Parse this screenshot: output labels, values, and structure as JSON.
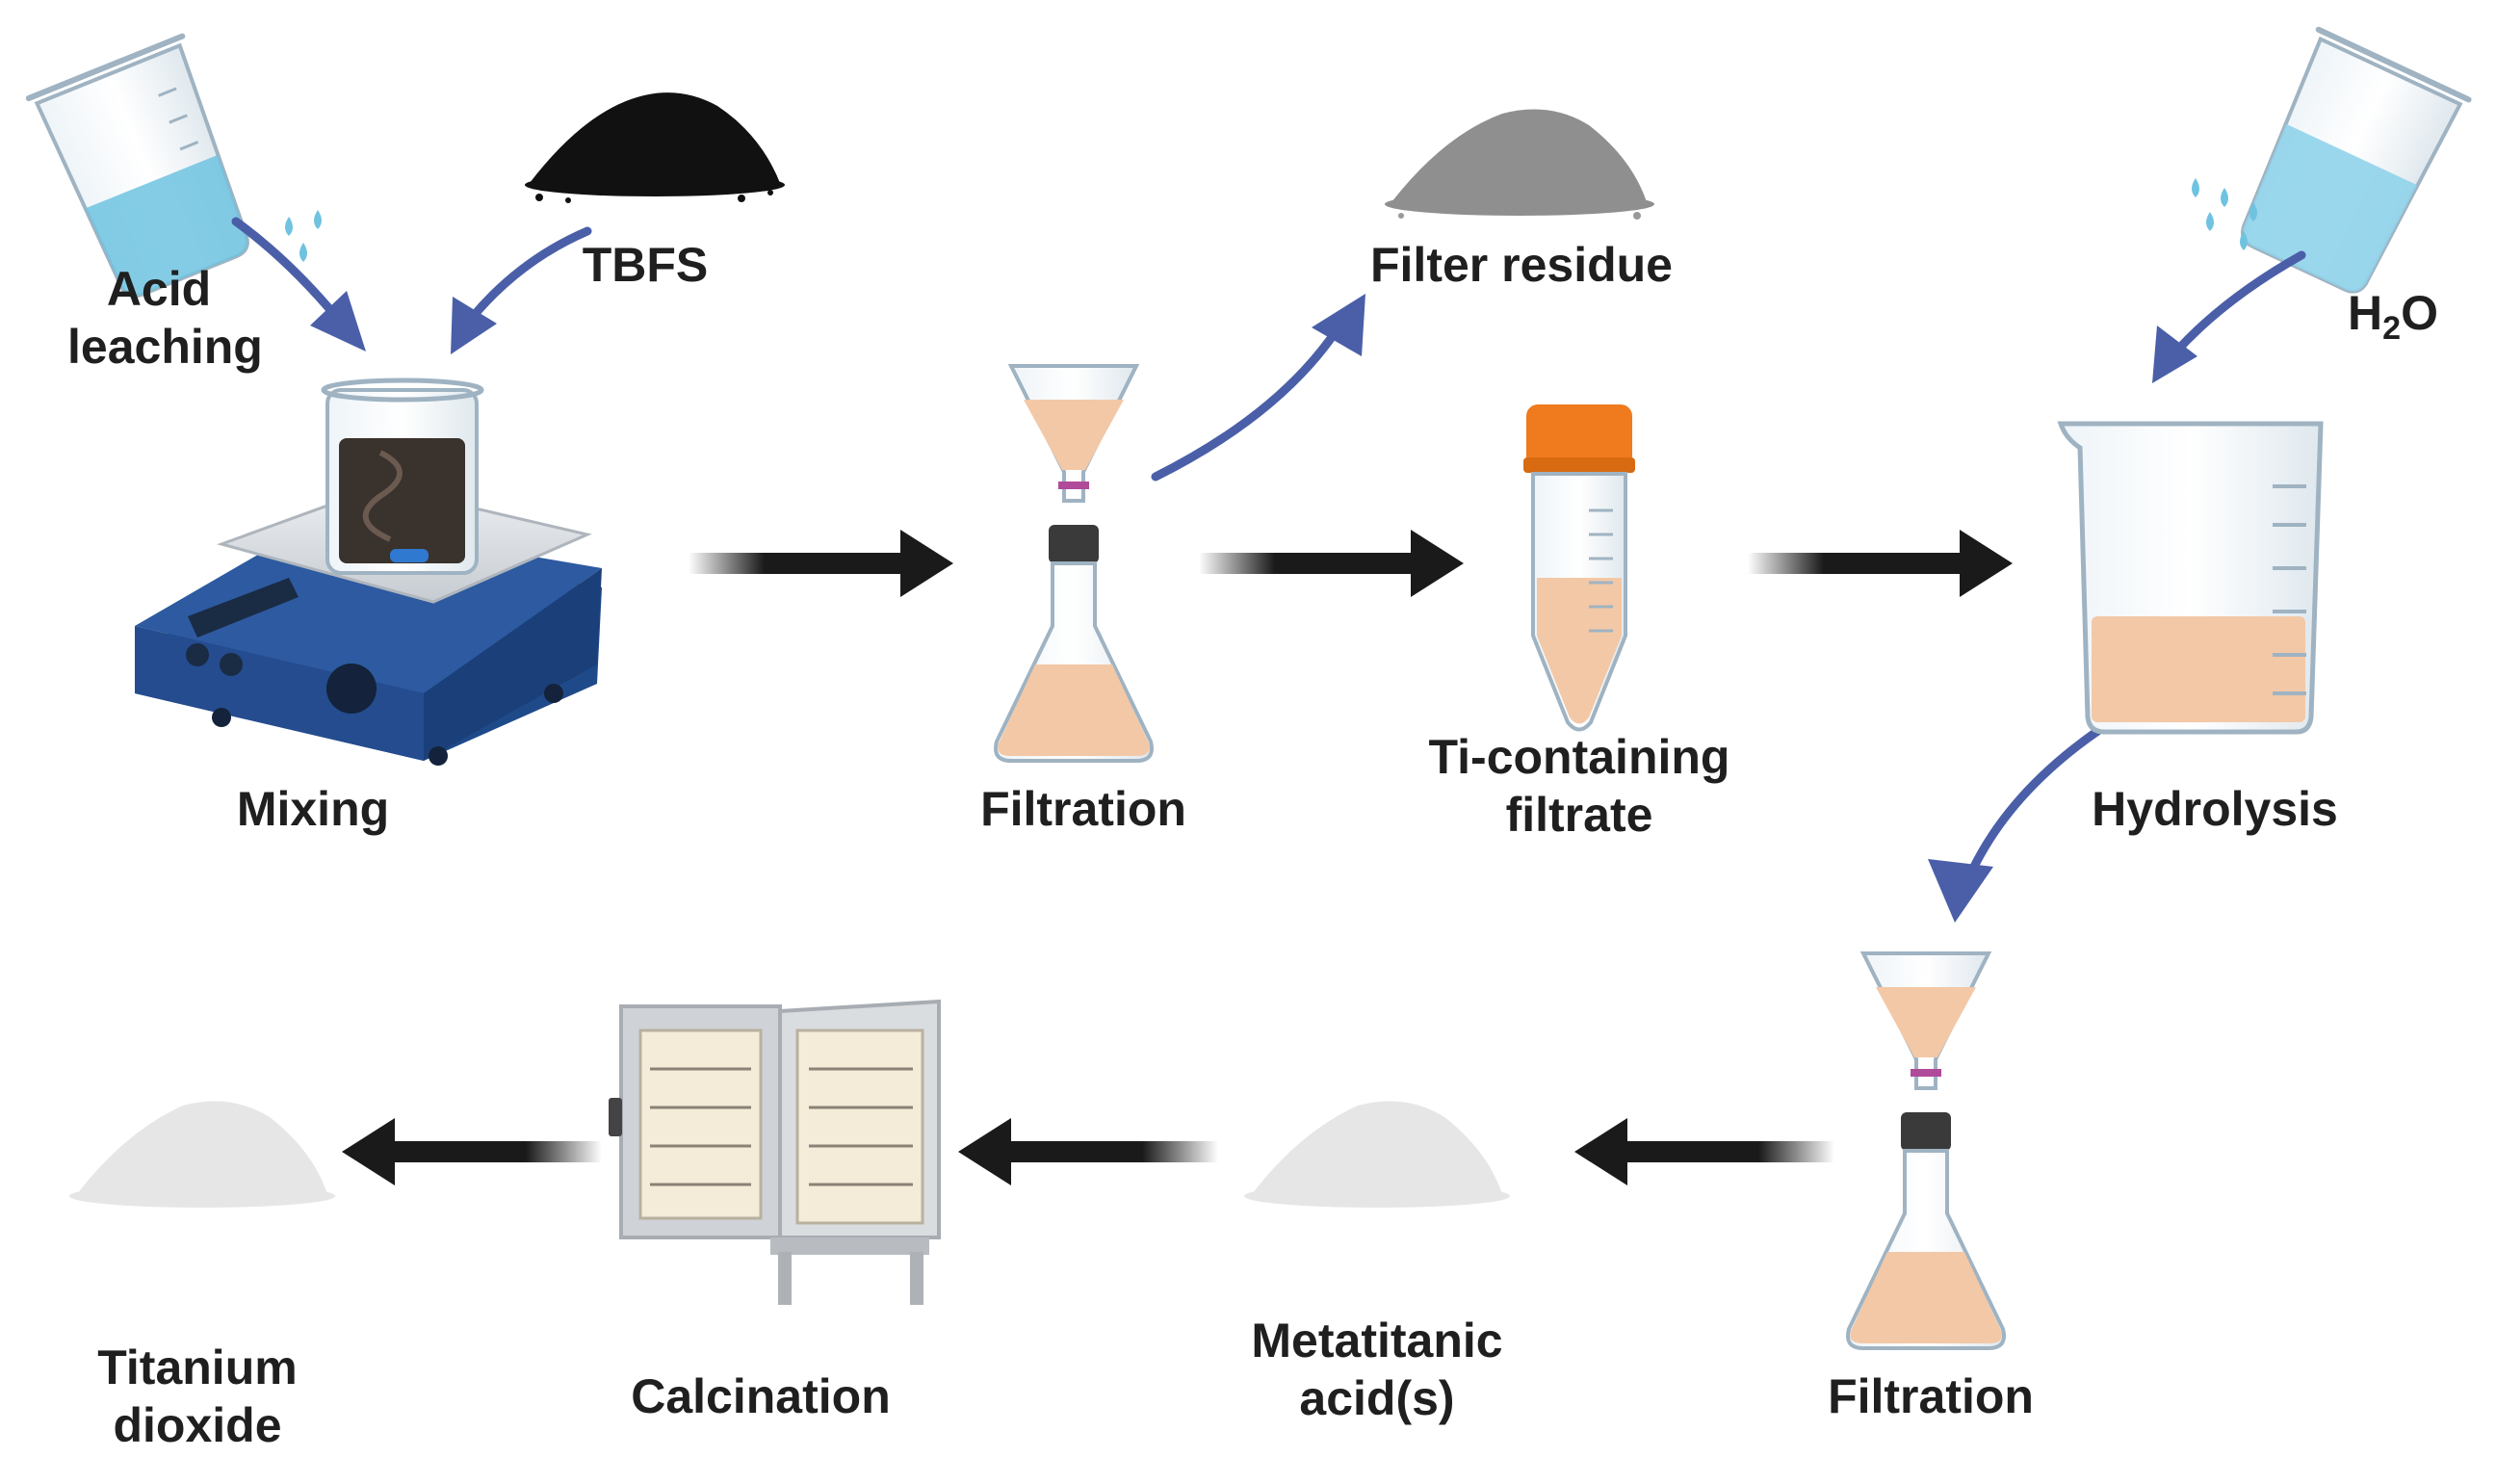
{
  "labels": {
    "acid_leaching_1": "Acid",
    "acid_leaching_2": "leaching",
    "tbfs": "TBFS",
    "filter_residue": "Filter residue",
    "water_h": "H",
    "water_2": "2",
    "water_o": "O",
    "mixing": "Mixing",
    "filtration_1": "Filtration",
    "ti_filtrate_1": "Ti-containing",
    "ti_filtrate_2": "filtrate",
    "hydrolysis": "Hydrolysis",
    "filtration_2": "Filtration",
    "metatitanic_1": "Metatitanic",
    "metatitanic_2": "acid(s)",
    "calcination": "Calcination",
    "titanium_1": "Titanium",
    "titanium_2": "dioxide"
  },
  "colors": {
    "label_text": "#1f1f1f",
    "blue_arrow": "#4a5fa8",
    "black_arrow": "#1a1a1a",
    "acid_liquid": "#6fc3e0",
    "water_liquid": "#8fd3ea",
    "filtrate": "#f3c8a6",
    "tube_cap": "#f07a1e",
    "stirrer_blue": "#2d5aa0",
    "tbfs_powder": "#111111",
    "residue_powder": "#8f8f8f",
    "white_powder": "#e6e6e6",
    "oven_gray": "#cfd2d6"
  },
  "icons": [
    "beaker-pour-icon",
    "black-powder-icon",
    "gray-powder-icon",
    "stirrer-hotplate-icon",
    "filter-flask-icon",
    "centrifuge-tube-icon",
    "hydrolysis-beaker-icon",
    "white-powder-icon",
    "muffle-furnace-icon"
  ]
}
